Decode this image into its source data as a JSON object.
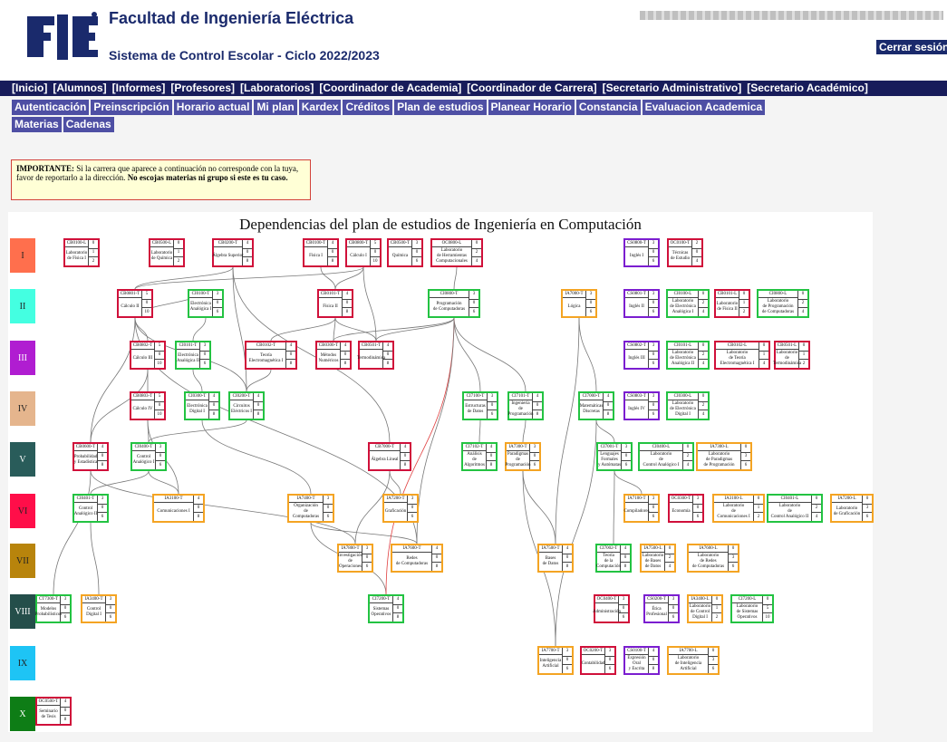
{
  "header": {
    "title": "Facultad de Ingeniería Eléctrica",
    "subtitle": "Sistema de Control Escolar - Ciclo 2022/2023",
    "logout": "Cerrar sesión",
    "logo_text": "FIE"
  },
  "nav_main": [
    "[Inicio]",
    "[Alumnos]",
    "[Informes]",
    "[Profesores]",
    "[Laboratorios]",
    "[Coordinador de Academia]",
    "[Coordinador de Carrera]",
    "[Secretario Administrativo]",
    "[Secretario Académico]"
  ],
  "nav_sub": [
    "Autenticación",
    "Preinscripción",
    "Horario actual",
    "Mi plan",
    "Kardex",
    "Créditos",
    "Plan de estudios",
    "Planear Horario",
    "Constancia",
    "Evaluacion Academica"
  ],
  "nav_sub2": [
    "Materias",
    "Cadenas"
  ],
  "notice": {
    "lead": "IMPORTANTE:",
    "body": " Si la carrera que aparece a continuación no corresponde con la tuya, favor de reportarlo a la dirección. ",
    "emph": "No escojas materias ni grupo si este es tu caso."
  },
  "plan": {
    "title": "Dependencias del plan de estudios de Ingeniería en Computación",
    "colors": {
      "CB": "#d0103a",
      "CI": "#23c342",
      "IA": "#f4a423",
      "CS": "#7b1ed0"
    },
    "semesters": [
      {
        "n": "I",
        "c": "#ff6f4d"
      },
      {
        "n": "II",
        "c": "#44ffe1"
      },
      {
        "n": "III",
        "c": "#b01dd1"
      },
      {
        "n": "IV",
        "c": "#e5b58d"
      },
      {
        "n": "V",
        "c": "#295c5a"
      },
      {
        "n": "VI",
        "c": "#ff0e49"
      },
      {
        "n": "VII",
        "c": "#b8840c"
      },
      {
        "n": "VIII",
        "c": "#244e4a"
      },
      {
        "n": "IX",
        "c": "#1ec4f5"
      },
      {
        "n": "X",
        "c": "#0e7d16"
      }
    ],
    "subjects": [
      {
        "id": "CB0100-L",
        "code": "CB0100-L",
        "name": "Laboratorio\nde Física I",
        "v": [
          "0",
          "1",
          "2"
        ],
        "k": "CB"
      },
      {
        "id": "CB0500-L",
        "code": "CB0500-L",
        "name": "Laboratorio\nde Química",
        "v": [
          "0",
          "1",
          "2"
        ],
        "k": "CB"
      },
      {
        "id": "CB0200-T",
        "code": "CB0200-T",
        "name": "Álgebra Superior",
        "v": [
          "4",
          "0",
          "8"
        ],
        "k": "CB"
      },
      {
        "id": "CB0100-T",
        "code": "CB0100-T",
        "name": "Física I",
        "v": [
          "4",
          "0",
          "8"
        ],
        "k": "CB"
      },
      {
        "id": "CB0800-T",
        "code": "CB0800-T",
        "name": "Cálculo I",
        "v": [
          "5",
          "0",
          "10"
        ],
        "k": "CB"
      },
      {
        "id": "CB0500-T",
        "code": "CB0500-T",
        "name": "Química",
        "v": [
          "3",
          "0",
          "6"
        ],
        "k": "CB"
      },
      {
        "id": "OC0800-L",
        "code": "OC0800-L",
        "name": "Laboratorio\nde Herramientas\nComputacionales",
        "v": [
          "0",
          "2",
          "4"
        ],
        "k": "CB"
      },
      {
        "id": "CS0800-T",
        "code": "CS0800-T",
        "name": "Inglés I",
        "v": [
          "3",
          "0",
          "6"
        ],
        "k": "CS"
      },
      {
        "id": "OC0100-T",
        "code": "OC0100-T",
        "name": "Técnicas\nde Estudio",
        "v": [
          "2",
          "0",
          "4"
        ],
        "k": "CB"
      },
      {
        "id": "CB0801-T",
        "code": "CB0801-T",
        "name": "Cálculo II",
        "v": [
          "5",
          "0",
          "10"
        ],
        "k": "CB"
      },
      {
        "id": "CI0100-T",
        "code": "CI0100-T",
        "name": "Electrónica\nAnalógica I",
        "v": [
          "3",
          "0",
          "6"
        ],
        "k": "CI"
      },
      {
        "id": "CB0101-T",
        "code": "CB0101-T",
        "name": "Física II",
        "v": [
          "4",
          "0",
          "8"
        ],
        "k": "CB"
      },
      {
        "id": "CI0800-T",
        "code": "CI0800-T",
        "name": "Programación\nde Computadoras",
        "v": [
          "3",
          "0",
          "6"
        ],
        "k": "CI"
      },
      {
        "id": "IA7000-T",
        "code": "IA7000-T",
        "name": "Lógica",
        "v": [
          "3",
          "0",
          "6"
        ],
        "k": "IA"
      },
      {
        "id": "CS0801-T",
        "code": "CS0801-T",
        "name": "Inglés II",
        "v": [
          "3",
          "0",
          "6"
        ],
        "k": "CS"
      },
      {
        "id": "CI0100-L",
        "code": "CI0100-L",
        "name": "Laboratorio\nde Electrónica\nAnalógica I",
        "v": [
          "0",
          "2",
          "4"
        ],
        "k": "CI"
      },
      {
        "id": "CB0101-L",
        "code": "CB0101-L",
        "name": "Laboratorio\nde Física II",
        "v": [
          "0",
          "1",
          "2"
        ],
        "k": "CB"
      },
      {
        "id": "CI0800-L",
        "code": "CI0800-L",
        "name": "Laboratorio\nde Programación\nde Computadoras",
        "v": [
          "0",
          "2",
          "4"
        ],
        "k": "CI"
      },
      {
        "id": "CB0802-T",
        "code": "CB0802-T",
        "name": "Cálculo III",
        "v": [
          "5",
          "0",
          "10"
        ],
        "k": "CB"
      },
      {
        "id": "CI0101-T",
        "code": "CI0101-T",
        "name": "Electrónica\nAnalógica II",
        "v": [
          "3",
          "0",
          "6"
        ],
        "k": "CI"
      },
      {
        "id": "CB0102-T",
        "code": "CB0102-T",
        "name": "Teoría\nElectromagnética I",
        "v": [
          "4",
          "0",
          "8"
        ],
        "k": "CB"
      },
      {
        "id": "CB0300-T",
        "code": "CB0300-T",
        "name": "Métodos\nNuméricos",
        "v": [
          "4",
          "0",
          "8"
        ],
        "k": "CB"
      },
      {
        "id": "CB0501-T",
        "code": "CB0501-T",
        "name": "Termodinámica",
        "v": [
          "4",
          "0",
          "8"
        ],
        "k": "CB"
      },
      {
        "id": "CS0802-T",
        "code": "CS0802-T",
        "name": "Inglés III",
        "v": [
          "3",
          "0",
          "6"
        ],
        "k": "CS"
      },
      {
        "id": "CI0101-L",
        "code": "CI0101-L",
        "name": "Laboratorio\nde Electrónica\nAnalógica II",
        "v": [
          "0",
          "2",
          "4"
        ],
        "k": "CI"
      },
      {
        "id": "CB0102-L",
        "code": "CB0102-L",
        "name": "Laboratorio\nde Teoría\nElectromagnética I",
        "v": [
          "0",
          "1",
          "4"
        ],
        "k": "CB"
      },
      {
        "id": "CB0501-L",
        "code": "CB0501-L",
        "name": "Laboratorio\nde\nTermodinámica",
        "v": [
          "0",
          "1",
          "2"
        ],
        "k": "CB"
      },
      {
        "id": "CB0803-T",
        "code": "CB0803-T",
        "name": "Cálculo IV",
        "v": [
          "5",
          "0",
          "10"
        ],
        "k": "CB"
      },
      {
        "id": "CI0300-T",
        "code": "CI0300-T",
        "name": "Electrónica\nDigital I",
        "v": [
          "4",
          "0",
          "8"
        ],
        "k": "CI"
      },
      {
        "id": "CI0200-T",
        "code": "CI0200-T",
        "name": "Circuitos\nEléctricos I",
        "v": [
          "4",
          "0",
          "8"
        ],
        "k": "CI"
      },
      {
        "id": "CI7100-T",
        "code": "CI7100-T",
        "name": "Estructuras\nde Datos",
        "v": [
          "3",
          "0",
          "6"
        ],
        "k": "CI"
      },
      {
        "id": "CI7101-T",
        "code": "CI7101-T",
        "name": "Ingeniería\nde\nProgramación",
        "v": [
          "4",
          "0",
          "8"
        ],
        "k": "CI"
      },
      {
        "id": "CI7000-T",
        "code": "CI7000-T",
        "name": "Matemáticas\nDiscretas",
        "v": [
          "4",
          "0",
          "8"
        ],
        "k": "CI"
      },
      {
        "id": "CS0803-T",
        "code": "CS0803-T",
        "name": "Inglés IV",
        "v": [
          "3",
          "0",
          "6"
        ],
        "k": "CS"
      },
      {
        "id": "CI0300-L",
        "code": "CI0300-L",
        "name": "Laboratorio\nde Electrónica\nDigital I",
        "v": [
          "0",
          "2",
          "4"
        ],
        "k": "CI"
      },
      {
        "id": "CB0600-T",
        "code": "CB0600-T",
        "name": "Probabilidad\ny Estadística",
        "v": [
          "4",
          "0",
          "8"
        ],
        "k": "CB"
      },
      {
        "id": "CI0400-T",
        "code": "CI0400-T",
        "name": "Control\nAnalógico I",
        "v": [
          "3",
          "0",
          "6"
        ],
        "k": "CI"
      },
      {
        "id": "CB7000-T",
        "code": "CB7000-T",
        "name": "Álgebra Lineal",
        "v": [
          "4",
          "0",
          "8"
        ],
        "k": "CB"
      },
      {
        "id": "CI7102-T",
        "code": "CI7102-T",
        "name": "Análisis\nde\nAlgoritmos",
        "v": [
          "4",
          "0",
          "8"
        ],
        "k": "CI"
      },
      {
        "id": "IA7300-T",
        "code": "IA7300-T",
        "name": "Paradigmas\nde\nProgramación",
        "v": [
          "3",
          "0",
          "6"
        ],
        "k": "IA"
      },
      {
        "id": "CI7001-T",
        "code": "CI7001-T",
        "name": "Lenguajes\nFormales\ny Autómatas",
        "v": [
          "3",
          "0",
          "6"
        ],
        "k": "CI"
      },
      {
        "id": "CI0400-L",
        "code": "CI0400-L",
        "name": "Laboratorio\nde\nControl Analógico I",
        "v": [
          "0",
          "2",
          "4"
        ],
        "k": "CI"
      },
      {
        "id": "IA7300-L",
        "code": "IA7300-L",
        "name": "Laboratorio\nde Paradigmas\nde Programación",
        "v": [
          "0",
          "3",
          "6"
        ],
        "k": "IA"
      },
      {
        "id": "CI0401-T",
        "code": "CI0401-T",
        "name": "Control\nAnalógico II",
        "v": [
          "3",
          "0",
          "6"
        ],
        "k": "CI"
      },
      {
        "id": "IA3100-T",
        "code": "IA3100-T",
        "name": "Comunicaciones I",
        "v": [
          "4",
          "0",
          "8"
        ],
        "k": "IA"
      },
      {
        "id": "IA7400-T",
        "code": "IA7400-T",
        "name": "Organización\nde\nComputadoras",
        "v": [
          "3",
          "0",
          "6"
        ],
        "k": "IA"
      },
      {
        "id": "IA7200-T",
        "code": "IA7200-T",
        "name": "Graficación",
        "v": [
          "3",
          "0",
          "6"
        ],
        "k": "IA"
      },
      {
        "id": "IA7100-T",
        "code": "IA7100-T",
        "name": "Compiladores",
        "v": [
          "3",
          "0",
          "6"
        ],
        "k": "IA"
      },
      {
        "id": "OC0300-T",
        "code": "OC0300-T",
        "name": "Economía",
        "v": [
          "3",
          "0",
          "6"
        ],
        "k": "CB"
      },
      {
        "id": "IA3100-L",
        "code": "IA3100-L",
        "name": "Laboratorio\nde\nComunicaciones I",
        "v": [
          "0",
          "1",
          "2"
        ],
        "k": "IA"
      },
      {
        "id": "CI0401-L",
        "code": "CI0401-L",
        "name": "Laboratorio\nde\nControl Analógico II",
        "v": [
          "0",
          "2",
          "4"
        ],
        "k": "CI"
      },
      {
        "id": "IA7200-L",
        "code": "IA7200-L",
        "name": "Laboratorio\nde Graficación",
        "v": [
          "0",
          "3",
          "6"
        ],
        "k": "IA"
      },
      {
        "id": "IA7800-T",
        "code": "IA7800-T",
        "name": "Investigación\nde\nOperaciones",
        "v": [
          "3",
          "0",
          "6"
        ],
        "k": "IA"
      },
      {
        "id": "IA7600-T",
        "code": "IA7600-T",
        "name": "Redes\nde Computadoras",
        "v": [
          "4",
          "0",
          "8"
        ],
        "k": "IA"
      },
      {
        "id": "IA7500-T",
        "code": "IA7500-T",
        "name": "Bases\nde Datos",
        "v": [
          "4",
          "0",
          "8"
        ],
        "k": "IA"
      },
      {
        "id": "CI7002-T",
        "code": "CI7002-T",
        "name": "Teoría\nde la\nComputación",
        "v": [
          "4",
          "0",
          "8"
        ],
        "k": "CI"
      },
      {
        "id": "IA7500-L",
        "code": "IA7500-L",
        "name": "Laboratorio\nde Bases\nde Datos",
        "v": [
          "0",
          "2",
          "4"
        ],
        "k": "IA"
      },
      {
        "id": "IA7600-L",
        "code": "IA7600-L",
        "name": "Laboratorio\nde Redes\nde Computadoras",
        "v": [
          "0",
          "3",
          "6"
        ],
        "k": "IA"
      },
      {
        "id": "CT7300-T",
        "code": "CT7300-T",
        "name": "Modelos\nProbabilísticos",
        "v": [
          "3",
          "0",
          "6"
        ],
        "k": "CI"
      },
      {
        "id": "IA3400-T",
        "code": "IA3400-T",
        "name": "Control\nDigital I",
        "v": [
          "3",
          "0",
          "6"
        ],
        "k": "IA"
      },
      {
        "id": "CI7200-T",
        "code": "CI7200-T",
        "name": "Sistemas\nOperativos",
        "v": [
          "4",
          "0",
          "8"
        ],
        "k": "CI"
      },
      {
        "id": "OC0400-T",
        "code": "OC0400-T",
        "name": "Administración",
        "v": [
          "3",
          "0",
          "6"
        ],
        "k": "CB"
      },
      {
        "id": "CS0200-T",
        "code": "CS0200-T",
        "name": "Ética\nProfesional",
        "v": [
          "3",
          "0",
          "6"
        ],
        "k": "CS"
      },
      {
        "id": "IA3400-L",
        "code": "IA3400-L",
        "name": "Laboratorio\nde Control\nDigital I",
        "v": [
          "0",
          "1",
          "2"
        ],
        "k": "IA"
      },
      {
        "id": "CI7200-L",
        "code": "CI7200-L",
        "name": "Laboratorio\nde Sistemas\nOperativos",
        "v": [
          "0",
          "5",
          "10"
        ],
        "k": "CI"
      },
      {
        "id": "IA7700-T",
        "code": "IA7700-T",
        "name": "Inteligencia\nArtificial",
        "v": [
          "3",
          "0",
          "6"
        ],
        "k": "IA"
      },
      {
        "id": "OC0200-T",
        "code": "OC0200-T",
        "name": "Contabilidad",
        "v": [
          "3",
          "0",
          "6"
        ],
        "k": "CB"
      },
      {
        "id": "CS0100-T",
        "code": "CS0100-T",
        "name": "Expresión\nOral\ny Escrita",
        "v": [
          "4",
          "0",
          "8"
        ],
        "k": "CS"
      },
      {
        "id": "IA7700-L",
        "code": "IA7700-L",
        "name": "Laboratorio\nde Inteligencia\nArtificial",
        "v": [
          "0",
          "3",
          "6"
        ],
        "k": "IA"
      },
      {
        "id": "OC0500-T",
        "code": "OC0500-T",
        "name": "Seminario\nde Tesis",
        "v": [
          "4",
          "0",
          "8"
        ],
        "k": "CB"
      }
    ],
    "edges": [
      [
        "CB0200-T",
        "CB0801-T"
      ],
      [
        "CB0800-T",
        "CB0801-T"
      ],
      [
        "CB0100-T",
        "CB0101-T"
      ],
      [
        "CB0800-T",
        "CB0101-T"
      ],
      [
        "OC0800-L",
        "CI0800-T"
      ],
      [
        "CB0801-T",
        "CB0802-T"
      ],
      [
        "CB0801-T",
        "CB0600-T"
      ],
      [
        "CB0801-T",
        "CI0200-T"
      ],
      [
        "CB0801-T",
        "CI0100-T"
      ],
      [
        "CI0100-T",
        "CI0101-T"
      ],
      [
        "CB0101-T",
        "CB0102-T"
      ],
      [
        "CB0101-T",
        "CB0300-T"
      ],
      [
        "CB0101-T",
        "CB0501-T"
      ],
      [
        "CB0800-T",
        "CB0501-T"
      ],
      [
        "CI0800-T",
        "CB0300-T"
      ],
      [
        "CI0800-T",
        "CB0501-T"
      ],
      [
        "CB0802-T",
        "CB0803-T"
      ],
      [
        "CB0802-T",
        "CB0600-T"
      ],
      [
        "CB0200-T",
        "CB7000-T"
      ],
      [
        "CB0200-T",
        "CI0200-T"
      ],
      [
        "CI0101-T",
        "CI0300-T"
      ],
      [
        "CB0102-T",
        "CI0200-T"
      ],
      [
        "CI0800-T",
        "CI7100-T"
      ],
      [
        "CI0800-T",
        "CI7101-T"
      ],
      [
        "IA7000-T",
        "CI7000-T"
      ],
      [
        "CB0803-T",
        "CI0400-T"
      ],
      [
        "CB0803-T",
        "IA3100-T"
      ],
      [
        "CI0200-T",
        "CI0400-T"
      ],
      [
        "CI0300-T",
        "IA7400-T"
      ],
      [
        "CI7100-T",
        "CI7102-T"
      ],
      [
        "CI7101-T",
        "IA7300-T"
      ],
      [
        "CI7000-T",
        "CI7001-T"
      ],
      [
        "CI0400-T",
        "CI0401-T"
      ],
      [
        "CI0400-T",
        "IA3100-T"
      ],
      [
        "CB7000-T",
        "IA7200-T"
      ],
      [
        "CI7001-T",
        "IA7100-T"
      ],
      [
        "CI7001-T",
        "CI7002-T"
      ],
      [
        "CB0600-T",
        "IA7800-T"
      ],
      [
        "CB7000-T",
        "IA7800-T"
      ],
      [
        "IA7400-T",
        "IA7600-T"
      ],
      [
        "IA7300-T",
        "IA7500-T"
      ],
      [
        "IA7000-T",
        "IA7500-T"
      ],
      [
        "CB0600-T",
        "CT7300-T"
      ],
      [
        "CI0401-T",
        "IA3400-T"
      ],
      [
        "IA7400-T",
        "CI7200-T"
      ],
      [
        "CI0800-T",
        "CI7200-T"
      ],
      [
        "IA7300-T",
        "IA7700-T"
      ],
      [
        "CI7000-T",
        "IA7700-T"
      ],
      [
        "CI0800-T",
        "IA7600-T"
      ],
      [
        "CB0801-T",
        "IA7600-T"
      ]
    ]
  }
}
